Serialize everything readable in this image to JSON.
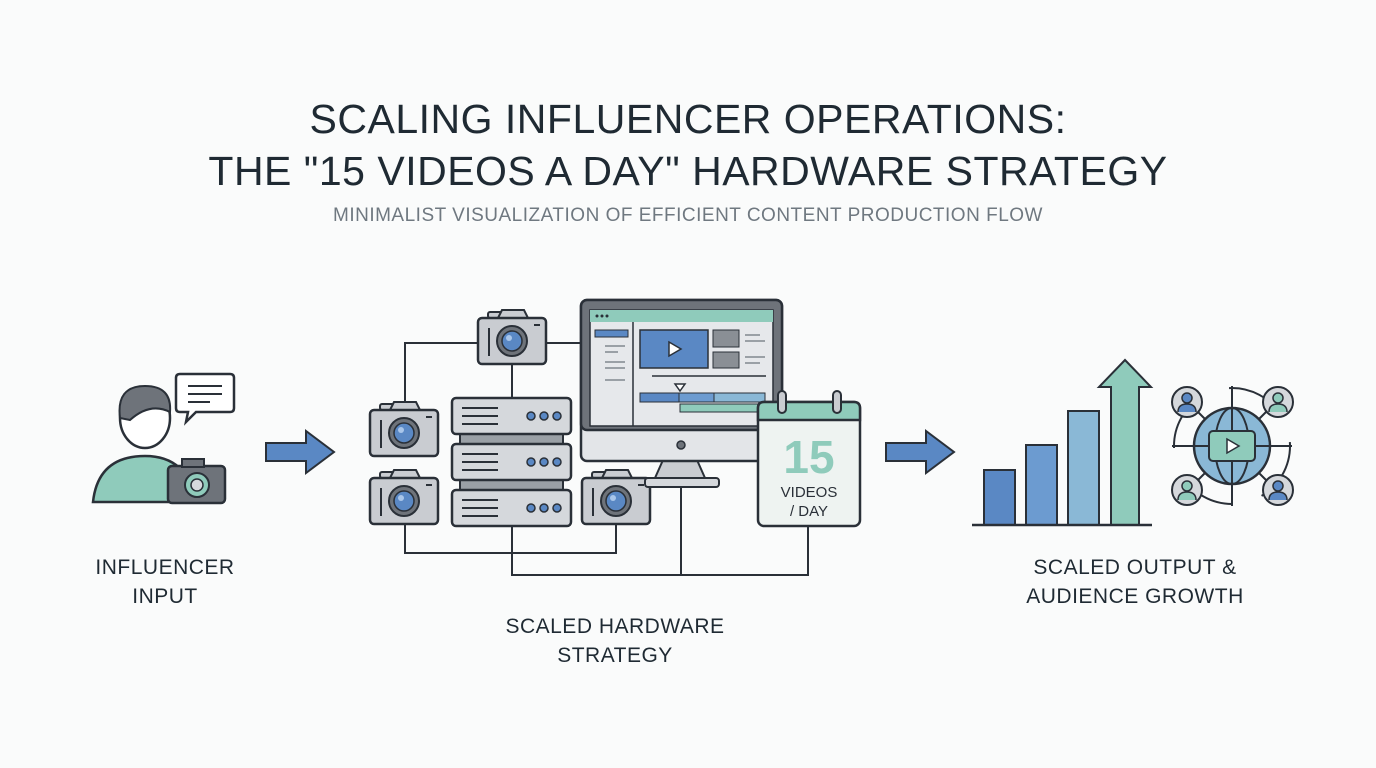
{
  "header": {
    "title_line1": "SCALING INFLUENCER OPERATIONS:",
    "title_line2": "THE \"15 VIDEOS A DAY\" HARDWARE STRATEGY",
    "subtitle": "MINIMALIST VISUALIZATION OF EFFICIENT CONTENT PRODUCTION FLOW"
  },
  "stages": {
    "input": {
      "line1": "INFLUENCER",
      "line2": "INPUT"
    },
    "hardware": {
      "line1": "SCALED HARDWARE",
      "line2": "STRATEGY"
    },
    "output": {
      "line1": "SCALED OUTPUT &",
      "line2": "AUDIENCE GROWTH"
    }
  },
  "calendar": {
    "number": "15",
    "line1": "VIDEOS",
    "line2": "/ DAY"
  },
  "colors": {
    "ink": "#2a3038",
    "blue": "#5a88c4",
    "teal": "#8fcbbb",
    "light_blue": "#8ab8d6",
    "gray": "#c9ccd1"
  }
}
